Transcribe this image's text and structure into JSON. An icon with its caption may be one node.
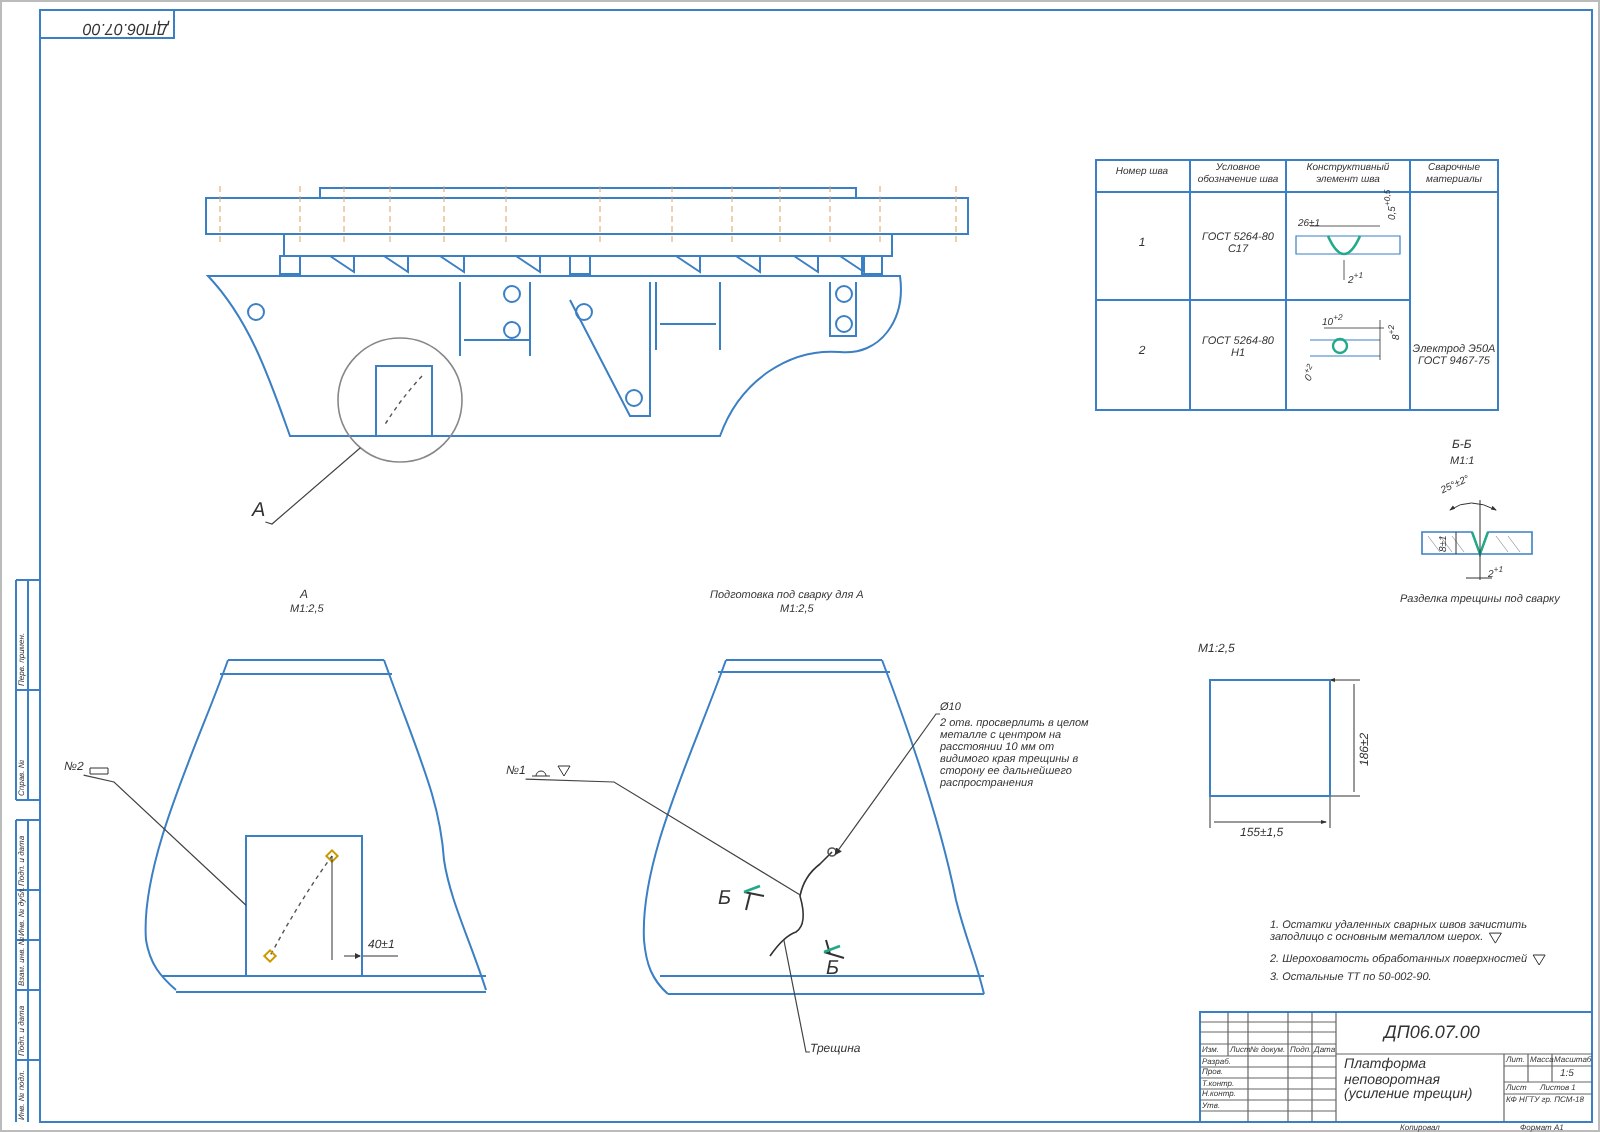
{
  "diagram": {
    "nodes": [
      {
        "text": [
          "А"
        ]
      },
      {
        "text": [],
        "shape": "circle"
      },
      {
        "text": [
          "№2"
        ]
      },
      {
        "text": [],
        "shape": "box",
        "beside": [
          "40±1"
        ]
      },
      {
        "text": [
          "№1"
        ]
      },
      {
        "text": [
          "Ø10",
          "2 отв. просверлить в целом металле с центром на расстоянии 10 мм от видимого края трещины в сторону ее дальнейшего распространения"
        ]
      },
      {
        "text": [
          "Трещина"
        ]
      },
      {
        "text": [],
        "shape": "line"
      },
      {
        "text": [],
        "shape": "circle"
      }
    ],
    "edges": [
      {
        "from": 0,
        "to": 1,
        "arrow": "none"
      },
      {
        "from": 2,
        "to": 3,
        "arrow": "none"
      },
      {
        "from": 4,
        "to": 7,
        "arrow": "none"
      },
      {
        "from": 5,
        "to": 8,
        "arrow": "to"
      },
      {
        "from": 6,
        "to": 7,
        "arrow": "none"
      }
    ],
    "labels": [
      "ДП06.07.00",
      "Номер шва",
      "Условное обозначение шва",
      "Конструктивный элемент шва",
      "Сварочные материалы",
      "1",
      "ГОСТ 5264-80 С17",
      "26±1",
      "0,5$^{+0,5}$",
      "2$^{+1}$",
      "Электрод Э50А ГОСТ 9467-75",
      "2",
      "ГОСТ 5264-80 Н1",
      "10$^{+2}$",
      "8$^{+2}$",
      "0$^{+2}$",
      "Б-Б",
      "М1:1",
      "25°±2°",
      "8±1",
      "2$^{+1}$",
      "Разделка трещины под сварку",
      "А",
      "М1:2,5",
      "Подготовка под сварку для А",
      "М1:2,5",
      "Б",
      "Б",
      "М1:2,5",
      "186±2",
      "155±1,5",
      "1. Остатки удаленных сварных швов зачистить заподлицо с основным металлом шерох.",
      "2. Шероховатость обработанных поверхностей",
      "3. Остальные ТТ по 50-002-90.",
      "ДП06.07.00",
      "Платформа неповоротная (усиление трещин)",
      "Изм.",
      "Лист",
      "№ докум.",
      "Подп.",
      "Дата",
      "Разраб.",
      "Пров.",
      "Т.контр.",
      "Н.контр.",
      "Утв.",
      "Лит.",
      "Масса",
      "Масштаб",
      "1:5",
      "Лист",
      "Листов 1",
      "КФ НГТУ гр. ПСМ-18",
      "Копировал",
      "Формат А1",
      "Перв. примен.",
      "Справ. №",
      "Подп. и дата",
      "Инв. № дубл.",
      "Взам. инв. №",
      "Подп. и дата",
      "Инв. № подл."
    ]
  }
}
